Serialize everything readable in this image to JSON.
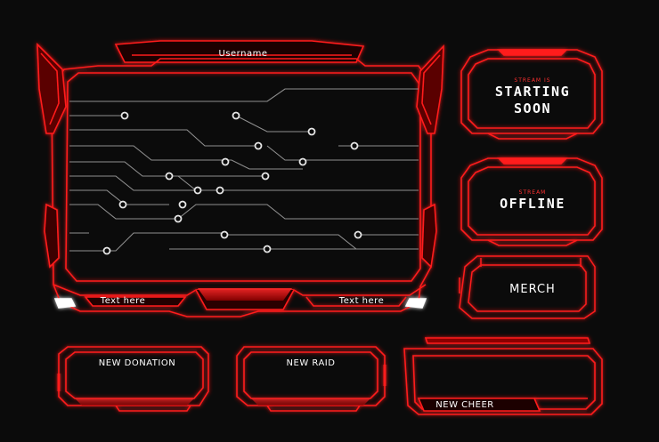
{
  "colors": {
    "background": "#0b0b0b",
    "accent": "#ff1a1a",
    "accent_dark": "#8a0000",
    "circuit": "#cfcfcf",
    "text": "#ffffff"
  },
  "main_frame": {
    "username": "Username",
    "left_text": "Text here",
    "right_text": "Text here"
  },
  "starting_panel": {
    "prefix": "STREAM IS",
    "line1": "STARTING",
    "line2": "SOON"
  },
  "offline_panel": {
    "prefix": "STREAM",
    "title": "OFFLINE"
  },
  "merch_panel": {
    "title": "MERCH"
  },
  "alerts": {
    "donation": "NEW DONATION",
    "raid": "NEW RAID",
    "cheer": "NEW CHEER"
  }
}
